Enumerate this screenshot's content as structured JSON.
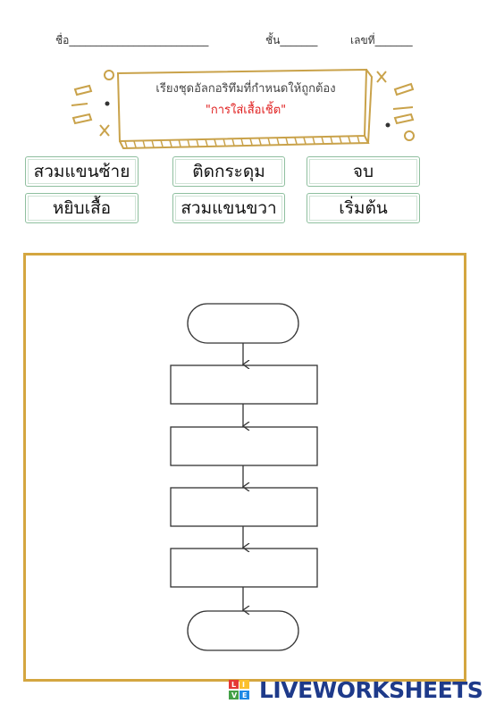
{
  "header": {
    "name_label": "ชื่อ__________________________",
    "class_label": "ชั้น_______",
    "number_label": "เลขที่_______"
  },
  "title": {
    "instruction": "เรียงชุดอัลกอริทึมที่กำหนดให้ถูกต้อง",
    "topic": "\"การใส่เสื้อเชิ้ต\""
  },
  "word_bank": [
    "สวมแขนซ้าย",
    "ติดกระดุม",
    "จบ",
    "หยิบเสื้อ",
    "สวมแขนขวา",
    "เริ่มต้น"
  ],
  "flowchart": {
    "slots": [
      "",
      "",
      "",
      "",
      "",
      ""
    ]
  },
  "branding": {
    "logo_text": "LIVEWORKSHEETS",
    "logo_letters": [
      "L",
      "I",
      "V",
      "E"
    ],
    "colors": [
      "#e53935",
      "#fbc02d",
      "#43a047",
      "#1e88e5"
    ]
  }
}
